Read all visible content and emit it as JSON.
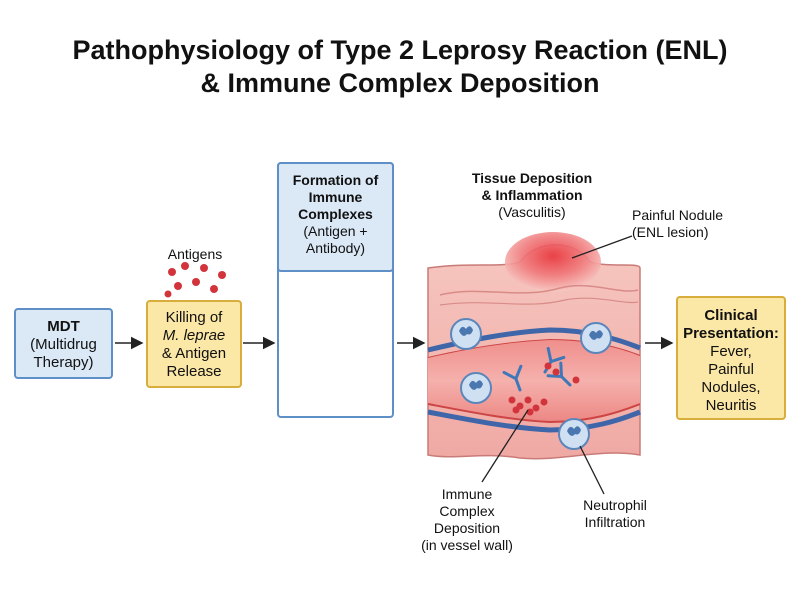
{
  "title": {
    "line1": "Pathophysiology of Type 2 Leprosy Reaction (ENL)",
    "line2": "& Immune Complex Deposition"
  },
  "mdt": {
    "head": "MDT",
    "l1": "(Multidrug",
    "l2": "Therapy)"
  },
  "antigens_label": "Antigens",
  "killing": {
    "l1": "Killing of",
    "l2": "M. leprae",
    "l3": "& Antigen",
    "l4": "Release"
  },
  "formation": {
    "h1": "Formation of",
    "h2": "Immune",
    "h3": "Complexes",
    "l1": "(Antigen +",
    "l2": "Antibody)"
  },
  "tissue": {
    "h1": "Tissue Deposition",
    "h2": "& Inflammation",
    "l1": "(Vasculitis)"
  },
  "nodule": {
    "l1": "Painful Nodule",
    "l2": "(ENL lesion)"
  },
  "clinical": {
    "h1": "Clinical",
    "h2": "Presentation:",
    "l1": "Fever,",
    "l2": "Painful",
    "l3": "Nodules,",
    "l4": "Neuritis"
  },
  "deposition": {
    "l1": "Immune",
    "l2": "Complex",
    "l3": "Deposition",
    "l4": "(in vessel wall)"
  },
  "neutrophil": {
    "l1": "Neutrophil",
    "l2": "Infiltration"
  },
  "colors": {
    "blue_fill": "#dbe8f6",
    "blue_border": "#5e8fc6",
    "yellow_fill": "#fbe7a6",
    "yellow_border": "#d8ad3c",
    "antigen_red": "#d2343c",
    "antibody_blue": "#3f78b8"
  }
}
